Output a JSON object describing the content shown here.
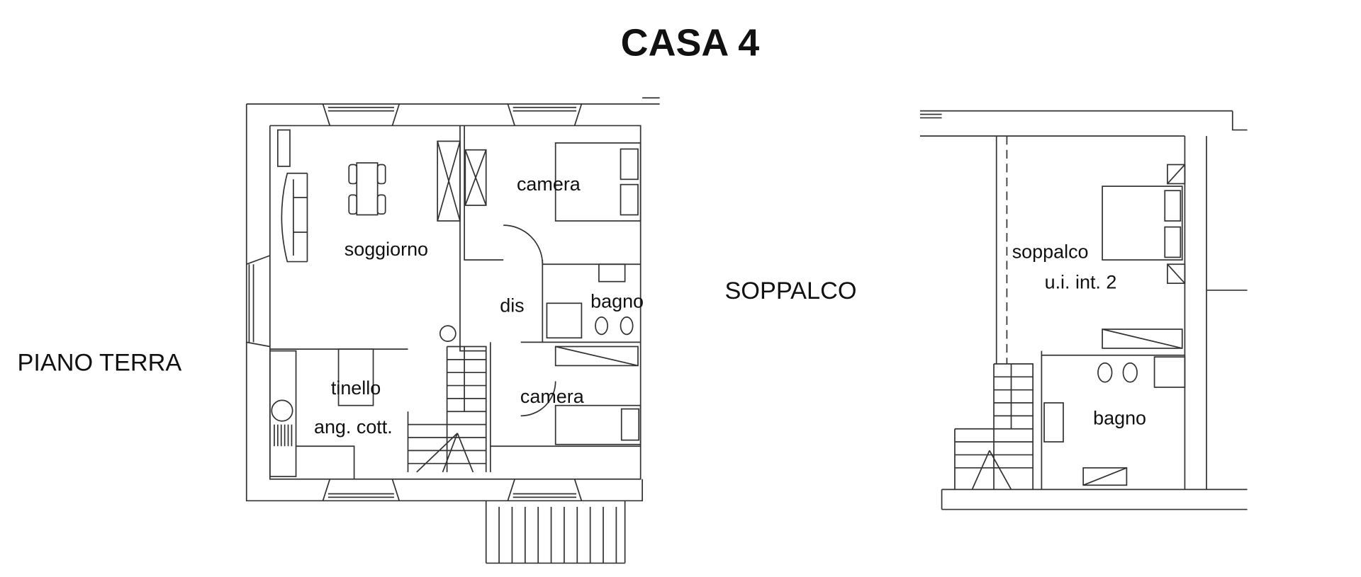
{
  "title": "CASA 4",
  "floors": {
    "ground": {
      "label": "PIANO TERRA",
      "rooms": {
        "living": "soggiorno",
        "bedroom1": "camera",
        "hall": "dis",
        "bath": "bagno",
        "dining": "tinello",
        "kitchen": "ang. cott.",
        "bedroom2": "camera"
      }
    },
    "mezzanine": {
      "label": "SOPPALCO",
      "rooms": {
        "loft": "soppalco",
        "loft_unit": "u.i. int. 2",
        "bath": "bagno"
      }
    }
  }
}
